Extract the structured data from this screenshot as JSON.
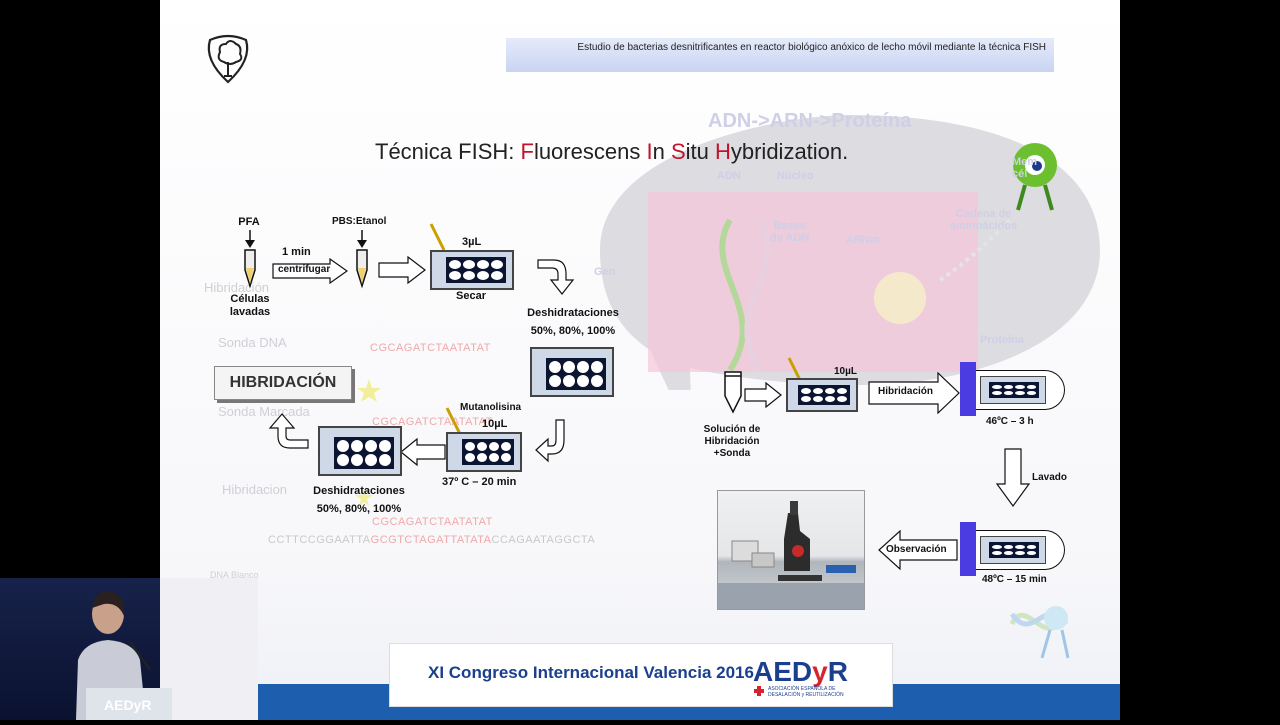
{
  "header": {
    "text": "Estudio de bacterias desnitrificantes en reactor biológico anóxico de lecho móvil mediante la técnica FISH"
  },
  "title": {
    "prefix": "Técnica FISH: ",
    "F": "F",
    "r1": "luorescens ",
    "I": "I",
    "r2": "n ",
    "S": "S",
    "r3": "itu ",
    "H": "H",
    "r4": "ybridization."
  },
  "bubble": {
    "title": "ADN->ARN->Proteína",
    "adn": "ADN",
    "nucleo": "Núcleo",
    "membrana": "Mem\ncél",
    "bases": "Bases\nde ADN",
    "arnm": "ARNm",
    "cadena": "Cadena de\naminoácidos",
    "gen": "Gen",
    "proteina": "Proteína"
  },
  "ghost": {
    "hibridacion_1": "Hibridación",
    "sonda_dna": "Sonda DNA",
    "seq_1": "CGCAGATCTAATATAT",
    "sonda_marcada": "Sonda Marcada",
    "seq_2": "CGCAGATCTAATATAT",
    "hibridacion_2": "Hibridacion",
    "seq_3": "CGCAGATCTAATATAT",
    "seq_long_a": "CCTTCCGGAATTA",
    "seq_long_b": "GCGTCTAGATTATATA",
    "seq_long_c": "CCAGAATAGGCTA",
    "dna_blanco": "DNA Blanco"
  },
  "diagram": {
    "pfa": "PFA",
    "celulas": "Células\nlavadas",
    "one_min": "1 min",
    "centrifugar": "centrifugar",
    "pbs": "PBS:Etanol",
    "three_ul": "3µL",
    "secar": "Secar",
    "deshid_1": "Deshidrataciones\n50%, 80%, 100%",
    "mutanolisina": "Mutanolisina",
    "ten_ul_1": "10µL",
    "temp_1": "37º C – 20 min",
    "deshid_2": "Deshidrataciones\n50%, 80%, 100%",
    "hibridacion_box": "HIBRIDACIÓN",
    "solucion": "Solución de\nHibridación\n+Sonda",
    "ten_ul_2": "10µL",
    "hibridacion_arrow": "Hibridación",
    "temp_2": "46ºC – 3 h",
    "lavado": "Lavado",
    "observacion": "Observación",
    "temp_3": "48ºC – 15 min"
  },
  "banner": {
    "text": "XI Congreso Internacional Valencia 2016",
    "logo_a": "AED",
    "logo_y": "y",
    "logo_r": "R",
    "logo_sub": "ASOCIACIÓN ESPAÑOLA DE\nDESALACIÓN y REUTILIZACIÓN"
  },
  "speaker": {
    "watermark": "AEDyR"
  },
  "colors": {
    "accent_red": "#c0142c",
    "brand_blue": "#1b3f8f",
    "strip_blue": "#1d5fae"
  }
}
